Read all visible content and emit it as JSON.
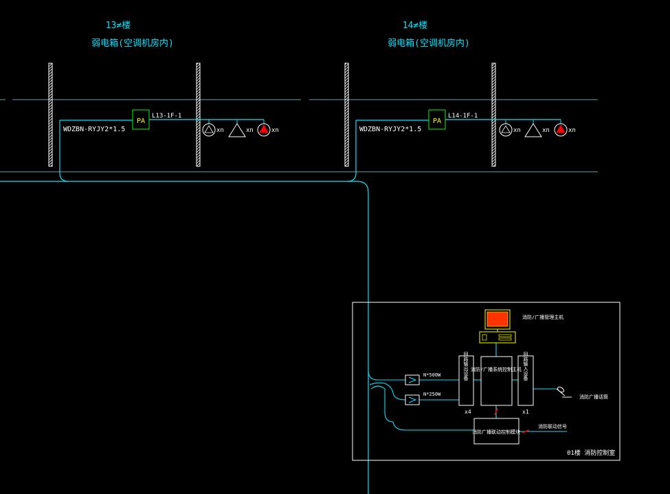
{
  "colors": {
    "background": "#000000",
    "wire": "#00e5ff",
    "text": "#ffffff",
    "pa_box": "#00ff00",
    "pa_text": "#ffff00",
    "alarm": "#ff0000",
    "wall_hatch": "#ffffff",
    "monitor": "#ffff00"
  },
  "floor13": {
    "title": "13≠楼",
    "subtitle": "弱电箱(空调机房内)",
    "cable": "WDZBN-RYJY2*1.5",
    "pa_label": "PA",
    "circuit": "L13-1F-1",
    "xn1": "xn",
    "xn2": "xn",
    "xn3": "xn"
  },
  "floor14": {
    "title": "14≠楼",
    "subtitle": "弱电箱(空调机房内)",
    "cable": "WDZBN-RYJY2*1.5",
    "pa_label": "PA",
    "circuit": "L14-1F-1",
    "xn1": "xn",
    "xn2": "xn",
    "xn3": "xn"
  },
  "control_room": {
    "host_label": "消防/广播管理主机",
    "amp1_power": "N*500W",
    "amp2_power": "N*250W",
    "output_module": "回路输出设备",
    "main_unit": "消防/广播系统控制主机",
    "input_module": "回路输入设备",
    "mic_label": "消防广播话筒",
    "out_count": "x4",
    "in_count": "x1",
    "linkage_unit": "消防广播联动控制模块",
    "fire_signal": "消防联动信号",
    "room_label": "01楼 消防控制室"
  }
}
